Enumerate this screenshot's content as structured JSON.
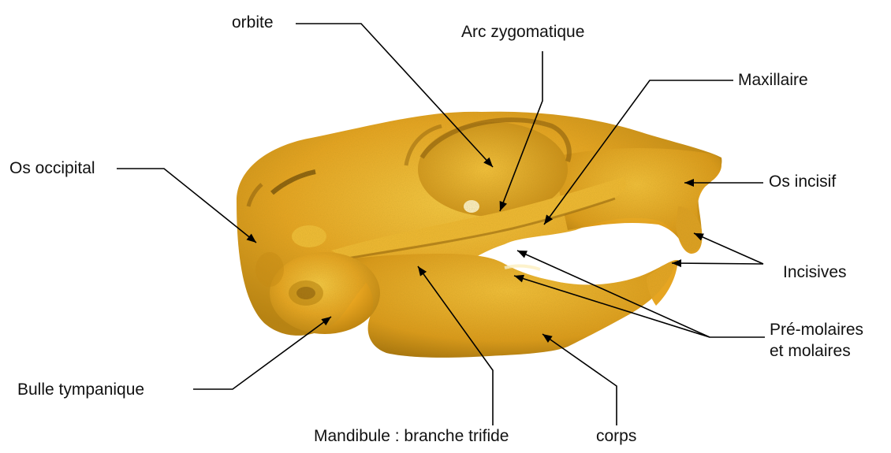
{
  "diagram": {
    "subject": "skull-3d-render",
    "colors": {
      "bone": "#e8a520",
      "bone_light": "#f6c53a",
      "bone_shadow": "#9e6a08",
      "line": "#000000",
      "background": "#ffffff"
    },
    "labels": {
      "orbite": "orbite",
      "arc_zygomatique": "Arc zygomatique",
      "maxillaire": "Maxillaire",
      "os_occipital": "Os occipital",
      "os_incisif": "Os incisif",
      "incisives": "Incisives",
      "premolaires_line1": "Pré-molaires",
      "premolaires_line2": "et molaires",
      "bulle_tympanique": "Bulle tympanique",
      "mandibule": "Mandibule : branche trifide",
      "corps": "corps"
    }
  }
}
